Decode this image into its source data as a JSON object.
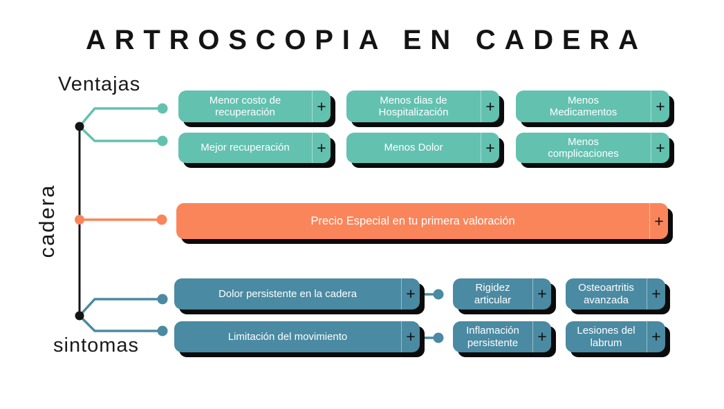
{
  "title": "ARTROSCOPIA EN CADERA",
  "plus": "+",
  "labels": {
    "root": "cadera",
    "ventajas": "Ventajas",
    "sintomas": "sintomas"
  },
  "colors": {
    "teal": "#63C1B0",
    "orange": "#FA855B",
    "blue": "#4A8AA2",
    "shadow": "#0B0B0B",
    "node_text": "#FFFFFF",
    "line_black": "#141414"
  },
  "ventajas_items": [
    "Menor costo de\nrecuperación",
    "Menos dias de\nHospitalización",
    "Menos\nMedicamentos",
    "Mejor recuperación",
    "Menos Dolor",
    "Menos\ncomplicaciones"
  ],
  "promo": "Precio Especial en tu primera valoración",
  "sintomas_primary": [
    "Dolor persistente en la cadera",
    "Limitación del movimiento"
  ],
  "sintomas_secondary": [
    "Rigidez\narticular",
    "Osteoartritis\navanzada",
    "Inflamación\npersistente",
    "Lesiones del\nlabrum"
  ]
}
